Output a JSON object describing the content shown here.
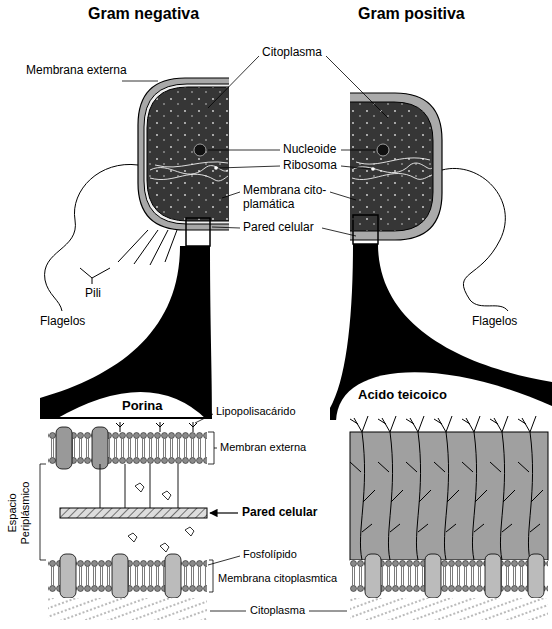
{
  "diagram": {
    "labels": [
      "Gram negativa",
      "Gram positiva",
      "Membrana externa",
      "Citoplasma",
      "Nucleoide",
      "Ribosoma",
      "Membrana cito- plamática",
      "Pared celular",
      "Pili",
      "Flagelos",
      "Flagelos",
      "Acido teicoico",
      "Porina",
      "Lipopolisacárido",
      "Membran externa",
      "Pared celular",
      "Espacio Periplásmico",
      "Fosfolípido",
      "Membrana citoplasmtica",
      "Citoplasma"
    ]
  }
}
